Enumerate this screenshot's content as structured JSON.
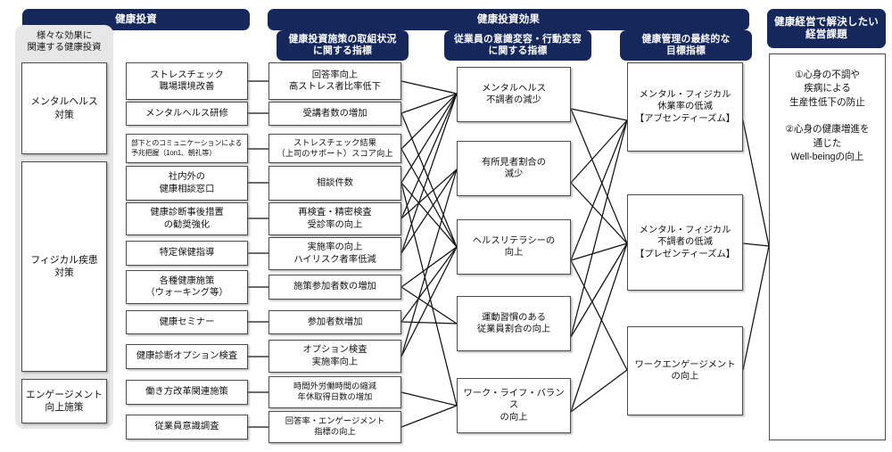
{
  "title_banners": {
    "investment": "健康投資",
    "effect": "健康投資効果",
    "issue": "健康経営で解決したい\n経営課題"
  },
  "column_headers": {
    "measures": "健康投資施策の取組状況\nに関する指標",
    "behavior": "従業員の意識変容・行動変容\nに関する指標",
    "final_target": "健康管理の最終的な\n目標指標"
  },
  "left_panel": {
    "caption": "様々な効果に\n関連する健康投資",
    "categories": [
      {
        "label": "メンタルヘルス\n対策"
      },
      {
        "label": "フィジカル疾患\n対策"
      },
      {
        "label": "エンゲージメント\n向上施策"
      }
    ]
  },
  "investments": [
    {
      "label": "ストレスチェック\n職場環境改善",
      "size": "t10"
    },
    {
      "label": "メンタルヘルス研修",
      "size": "t10"
    },
    {
      "label": "部下とのコミュニケーションによる\n予兆把握（1on1、朝礼等）",
      "size": "t8"
    },
    {
      "label": "社内外の\n健康相談窓口",
      "size": "t10"
    },
    {
      "label": "健康診断事後措置\nの勧奨強化",
      "size": "t10"
    },
    {
      "label": "特定保健指導",
      "size": "t10"
    },
    {
      "label": "各種健康施策\n（ウォーキング等）",
      "size": "t10"
    },
    {
      "label": "健康セミナー",
      "size": "t10"
    },
    {
      "label": "健康診断オプション検査",
      "size": "t10"
    },
    {
      "label": "働き方改革関連施策",
      "size": "t10"
    },
    {
      "label": "従業員意識調査",
      "size": "t10"
    }
  ],
  "measure_indicators": [
    {
      "label": "回答率向上\n高ストレス者比率低下",
      "size": "t10"
    },
    {
      "label": "受講者数の増加",
      "size": "t10"
    },
    {
      "label": "ストレスチェック結果\n（上司のサポート）スコア向上",
      "size": "t9"
    },
    {
      "label": "相談件数",
      "size": "t10"
    },
    {
      "label": "再検査・精密検査\n受診率の向上",
      "size": "t10"
    },
    {
      "label": "実施率の向上\nハイリスク者率低減",
      "size": "t10"
    },
    {
      "label": "施策参加者数の増加",
      "size": "t10"
    },
    {
      "label": "参加者数増加",
      "size": "t10"
    },
    {
      "label": "オプション検査\n実施率向上",
      "size": "t10"
    },
    {
      "label": "時間外労働時間の縮減\n年休取得日数の増加",
      "size": "t9"
    },
    {
      "label": "回答率・エンゲージメント\n指標の向上",
      "size": "t9"
    }
  ],
  "behavior_indicators": [
    {
      "label": "メンタルヘルス\n不調者の減少"
    },
    {
      "label": "有所見者割合の\n減少"
    },
    {
      "label": "ヘルスリテラシーの\n向上"
    },
    {
      "label": "運動習慣のある\n従業員割合の向上"
    },
    {
      "label": "ワーク・ライフ・バランス\nの向上"
    }
  ],
  "final_targets": [
    {
      "label": "メンタル・フィジカル\n休業率の低減\n【アブセンティーズム】"
    },
    {
      "label": "メンタル・フィジカル\n不調者の低減\n【プレゼンティーズム】"
    },
    {
      "label": "ワークエンゲージメント\nの向上"
    }
  ],
  "business_issue": {
    "label": "①心身の不調や\n疾病による\n生産性低下の防止\n\n②心身の健康増進を\n通じた\nWell-beingの向上"
  },
  "colors": {
    "banner_navy": "#16275c",
    "panel_gray": "#e7e7e7",
    "node_border": "#4d4d4d",
    "line": "#111111"
  },
  "links": {
    "investment_to_measure": [
      [
        0,
        0
      ],
      [
        1,
        1
      ],
      [
        2,
        2
      ],
      [
        3,
        3
      ],
      [
        4,
        4
      ],
      [
        5,
        5
      ],
      [
        6,
        6
      ],
      [
        7,
        7
      ],
      [
        8,
        8
      ],
      [
        9,
        9
      ],
      [
        10,
        10
      ]
    ],
    "measure_to_behavior": [
      [
        0,
        0
      ],
      [
        1,
        0
      ],
      [
        2,
        0
      ],
      [
        3,
        0
      ],
      [
        4,
        0
      ],
      [
        5,
        0
      ],
      [
        4,
        1
      ],
      [
        5,
        1
      ],
      [
        8,
        1
      ],
      [
        1,
        2
      ],
      [
        2,
        2
      ],
      [
        3,
        2
      ],
      [
        6,
        2
      ],
      [
        7,
        2
      ],
      [
        8,
        2
      ],
      [
        6,
        3
      ],
      [
        7,
        3
      ],
      [
        9,
        4
      ],
      [
        10,
        4
      ],
      [
        3,
        4
      ]
    ],
    "behavior_to_final": [
      [
        0,
        0
      ],
      [
        1,
        0
      ],
      [
        2,
        0
      ],
      [
        3,
        0
      ],
      [
        0,
        1
      ],
      [
        1,
        1
      ],
      [
        2,
        1
      ],
      [
        3,
        1
      ],
      [
        4,
        1
      ],
      [
        2,
        2
      ],
      [
        4,
        2
      ]
    ],
    "final_to_issue": [
      [
        0,
        0
      ],
      [
        1,
        0
      ],
      [
        2,
        0
      ]
    ]
  }
}
